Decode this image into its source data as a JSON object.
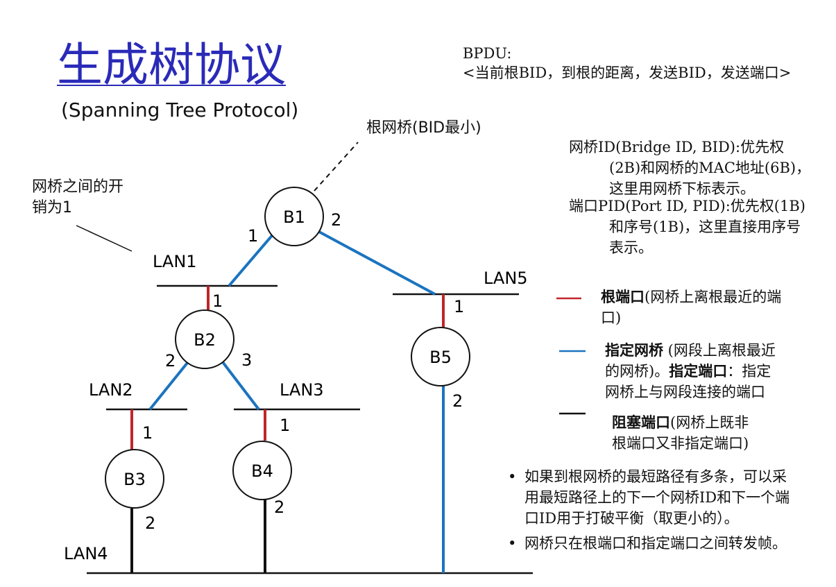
{
  "title": "生成树协议",
  "subtitle": "(Spanning Tree Protocol)",
  "bpdu": {
    "label": "BPDU:",
    "format": "<当前根BID，到根的距离，发送BID，发送端口>"
  },
  "root_label": "根网桥(BID最小)",
  "cost_note": {
    "line1": "网桥之间的开",
    "line2": "销为1"
  },
  "bridge_id_note": {
    "line1": "网桥ID(Bridge ID, BID):优先权",
    "line2": "(2B)和网桥的MAC地址(6B)，",
    "line3": "这里用网桥下标表示。"
  },
  "port_id_note": {
    "line1": "端口PID(Port ID, PID):优先权(1B)",
    "line2": "和序号(1B)，这里直接用序号",
    "line3": "表示。"
  },
  "legend": {
    "root_port": {
      "term": "根端口",
      "desc1": "(网桥上离根最近的端",
      "desc2": "口)",
      "color": "#c0252b"
    },
    "designated": {
      "term1": "指定网桥",
      "desc1": " (网段上离根最近",
      "desc2a": "的网桥)。",
      "term2": "指定端口",
      "desc2b": "：指定",
      "desc3": "网桥上与网段连接的端口",
      "color": "#1b74bf"
    },
    "blocked": {
      "term": "阻塞端口",
      "desc1": "(网桥上既非",
      "desc2": "根端口又非指定端口)",
      "color": "#111111"
    }
  },
  "bullets": [
    {
      "line1": "如果到根网桥的最短路径有多条，可以采",
      "line2": "用最短路径上的下一个网桥ID和下一个端",
      "line3": "口ID用于打破平衡（取更小的）。"
    },
    {
      "line1": "网桥只在根端口和指定端口之间转发帧。"
    }
  ],
  "bullet_symbol": "•",
  "diagram": {
    "bridges": [
      "B1",
      "B2",
      "B3",
      "B4",
      "B5"
    ],
    "lans": [
      "LAN1",
      "LAN2",
      "LAN3",
      "LAN4",
      "LAN5"
    ],
    "ports": {
      "b1_p1": "1",
      "b1_p2": "2",
      "b2_p1": "1",
      "b2_p2": "2",
      "b2_p3": "3",
      "b3_p1": "1",
      "b3_p2": "2",
      "b4_p1": "1",
      "b4_p2": "2",
      "b5_p1": "1",
      "b5_p2": "2"
    }
  }
}
